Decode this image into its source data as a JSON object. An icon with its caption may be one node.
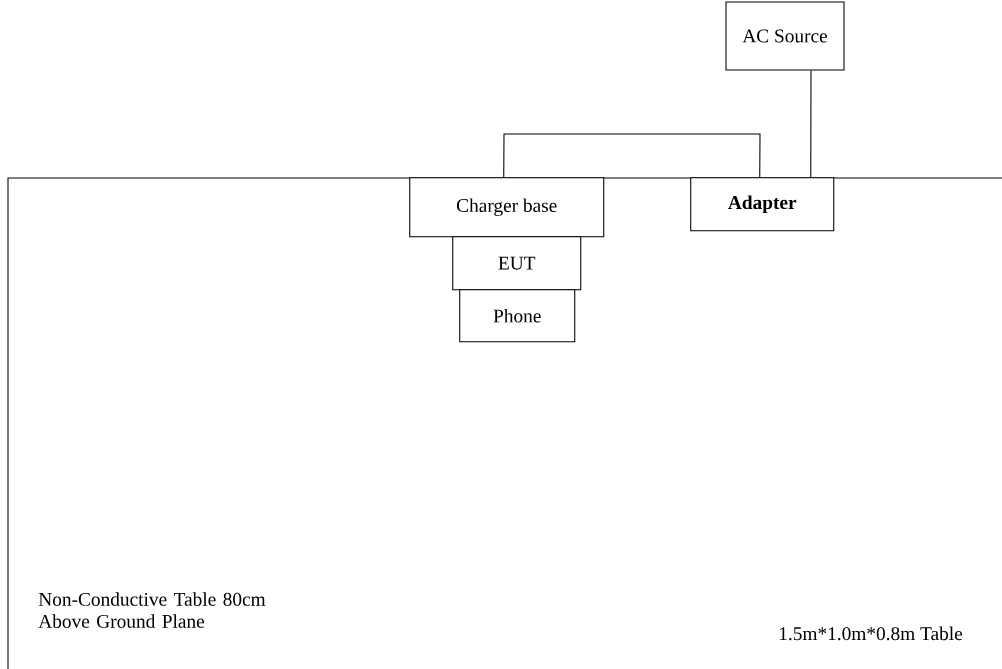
{
  "diagram": {
    "nodes": [
      {
        "text": [
          "Non-Conductive Table 80cm Above Ground Plane",
          "1.5m*1.0m*0.8m Table"
        ]
      },
      {
        "text": [
          "AC Source"
        ]
      },
      {
        "text": [
          "Charger base"
        ],
        "in": 0
      },
      {
        "text": [
          "Adapter"
        ],
        "in": 0
      },
      {
        "text": [
          "EUT"
        ],
        "in": 0
      },
      {
        "text": [
          "Phone"
        ],
        "in": 0
      }
    ],
    "edges": [
      {
        "from": 2,
        "to": 3,
        "arrow": "none"
      },
      {
        "from": 1,
        "to": 3,
        "arrow": "none"
      }
    ]
  }
}
